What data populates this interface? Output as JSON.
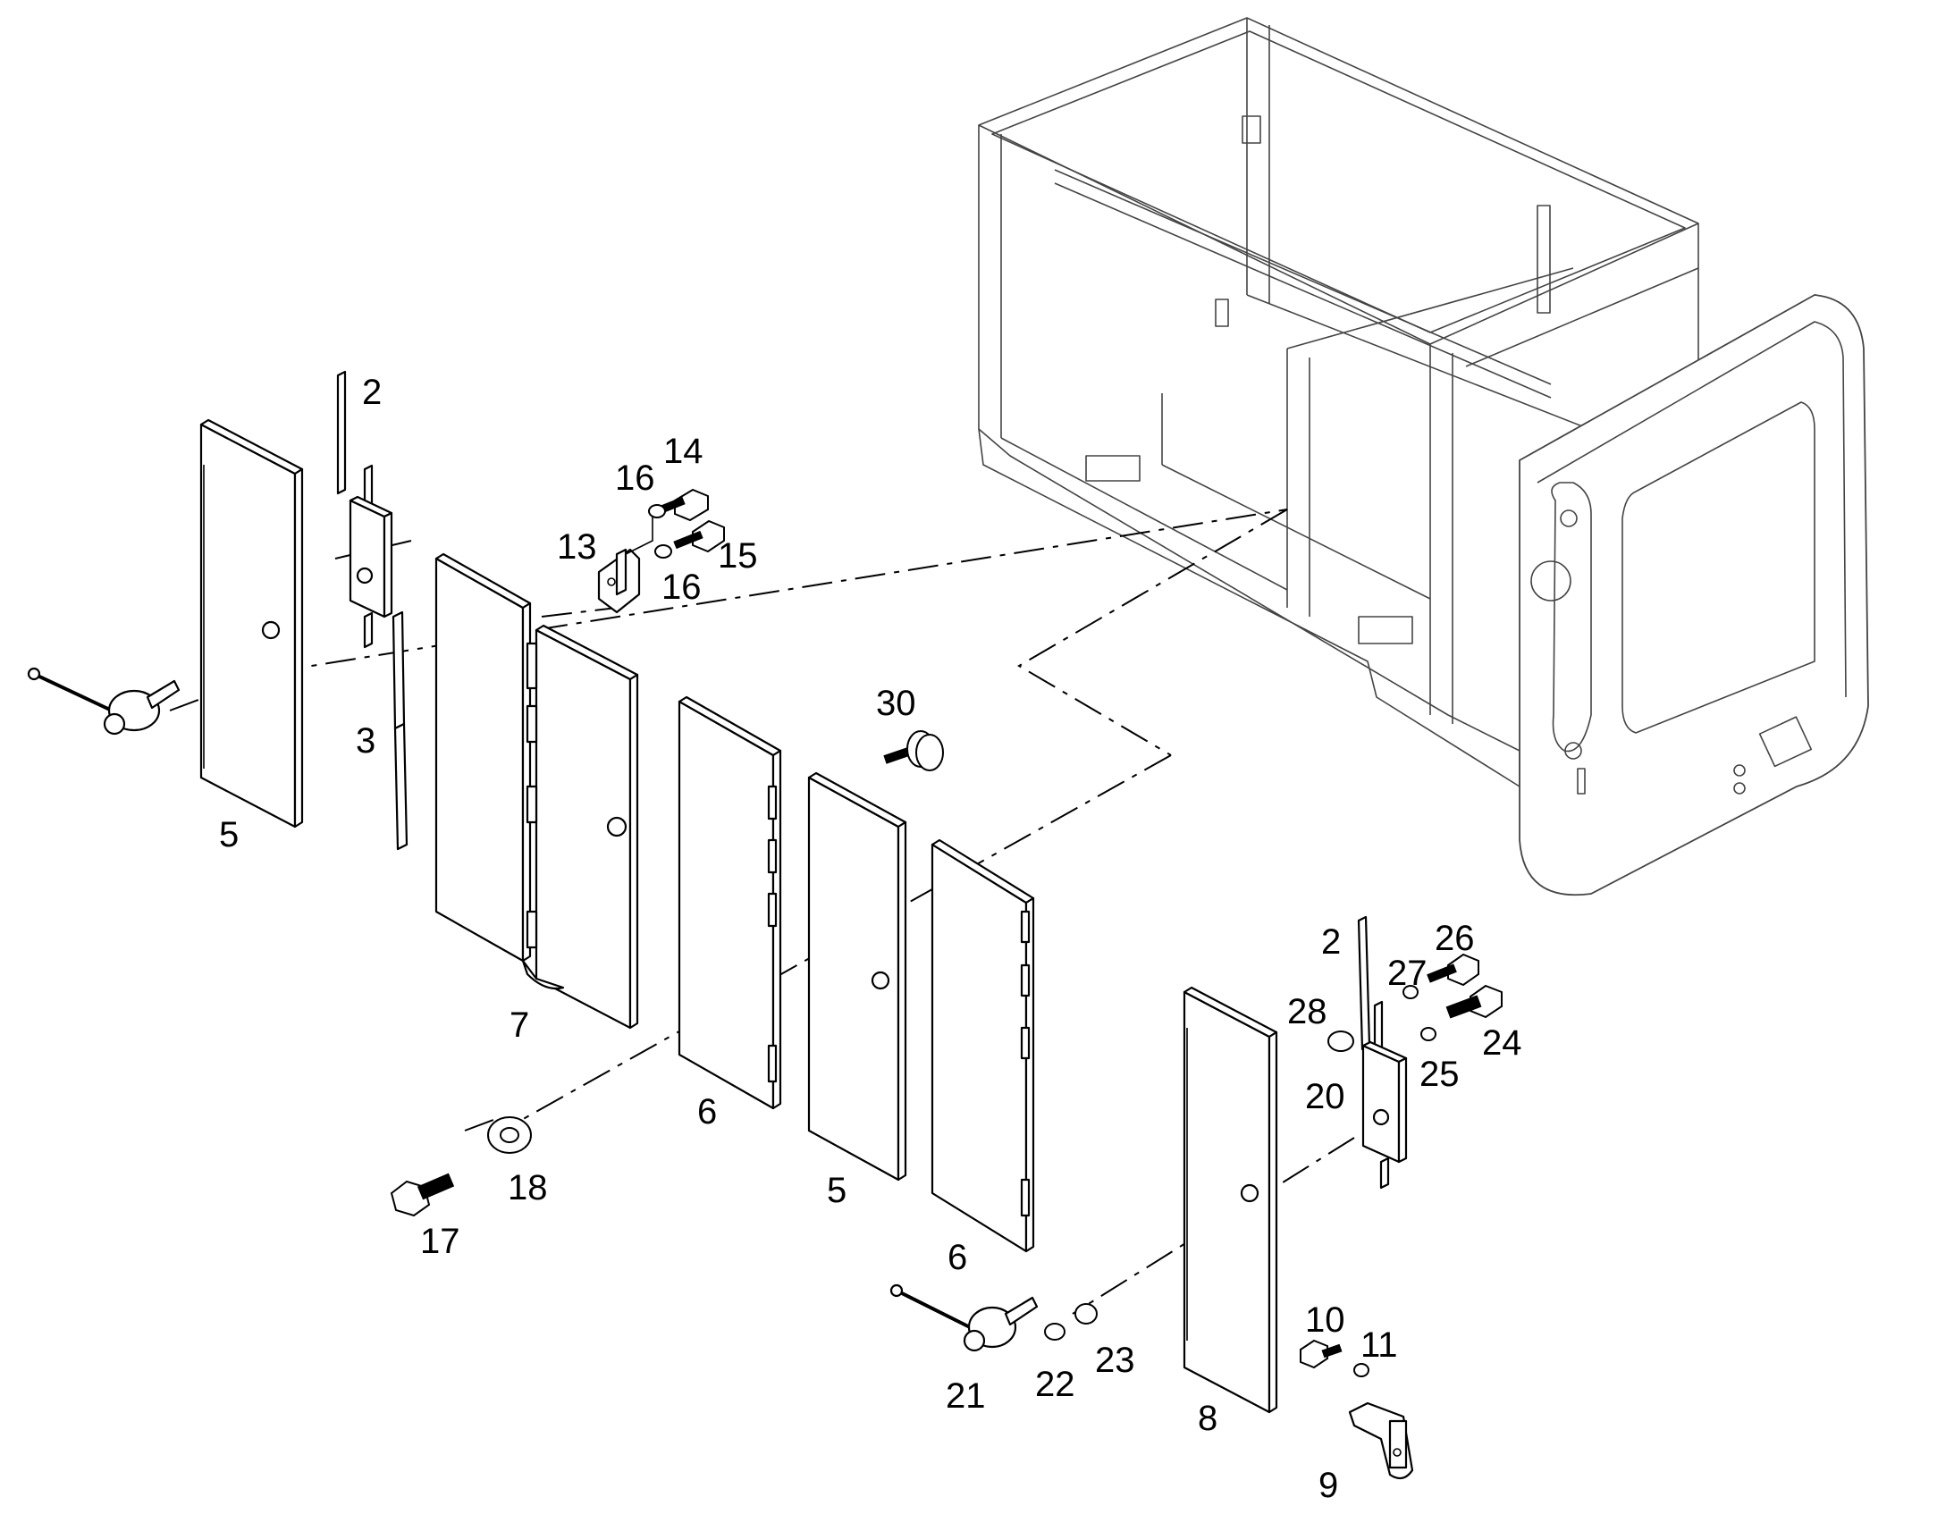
{
  "callouts": {
    "c2a": "2",
    "c2b": "2",
    "c3": "3",
    "c5a": "5",
    "c5b": "5",
    "c6a": "6",
    "c6b": "6",
    "c7": "7",
    "c8": "8",
    "c9": "9",
    "c10": "10",
    "c11": "11",
    "c13": "13",
    "c14": "14",
    "c15": "15",
    "c16a": "16",
    "c16b": "16",
    "c17": "17",
    "c18": "18",
    "c20": "20",
    "c21": "21",
    "c22": "22",
    "c23": "23",
    "c24": "24",
    "c25": "25",
    "c26": "26",
    "c27": "27",
    "c28": "28",
    "c30": "30"
  }
}
